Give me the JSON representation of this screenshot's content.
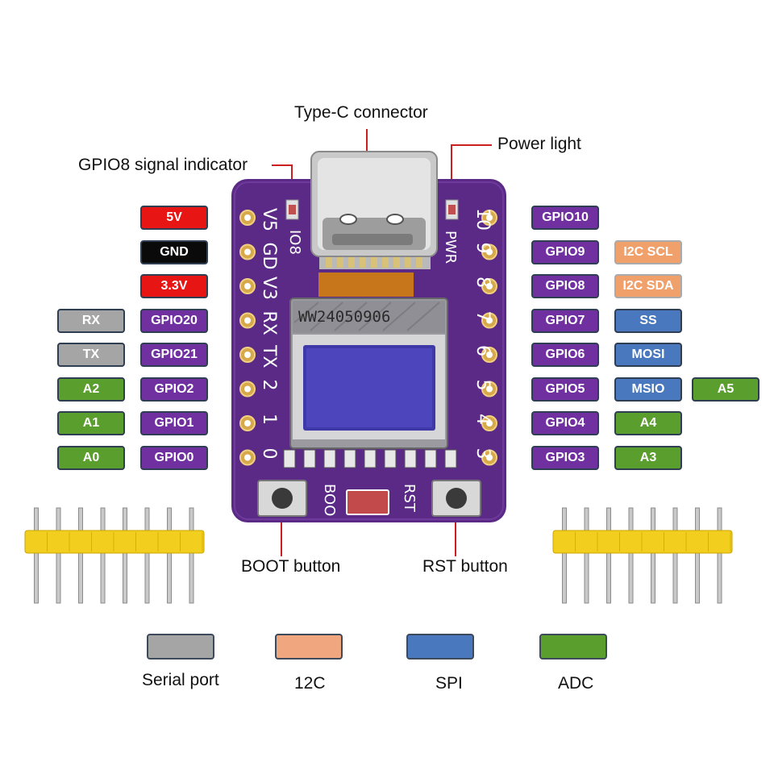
{
  "callouts": {
    "typec": "Type-C connector",
    "power_light": "Power light",
    "gpio8_indicator": "GPIO8 signal indicator",
    "boot_button": "BOOT button",
    "rst_button": "RST button"
  },
  "left_pins": [
    {
      "name": "5V",
      "style": "red"
    },
    {
      "name": "GND",
      "style": "black"
    },
    {
      "name": "3.3V",
      "style": "red"
    },
    {
      "name": "GPIO20",
      "style": "gpio",
      "alt": "RX",
      "alt_style": "grey"
    },
    {
      "name": "GPIO21",
      "style": "gpio",
      "alt": "TX",
      "alt_style": "grey"
    },
    {
      "name": "GPIO2",
      "style": "gpio",
      "alt": "A2",
      "alt_style": "green"
    },
    {
      "name": "GPIO1",
      "style": "gpio",
      "alt": "A1",
      "alt_style": "green"
    },
    {
      "name": "GPIO0",
      "style": "gpio",
      "alt": "A0",
      "alt_style": "green"
    }
  ],
  "right_pins": [
    {
      "name": "GPIO10",
      "style": "gpio"
    },
    {
      "name": "GPIO9",
      "style": "gpio",
      "alt": "I2C SCL",
      "alt_style": "orange"
    },
    {
      "name": "GPIO8",
      "style": "gpio",
      "alt": "I2C SDA",
      "alt_style": "orange"
    },
    {
      "name": "GPIO7",
      "style": "gpio",
      "alt": "SS",
      "alt_style": "blue"
    },
    {
      "name": "GPIO6",
      "style": "gpio",
      "alt": "MOSI",
      "alt_style": "blue"
    },
    {
      "name": "GPIO5",
      "style": "gpio",
      "alt": "MSIO",
      "alt_style": "blue",
      "alt2": "A5",
      "alt2_style": "green"
    },
    {
      "name": "GPIO4",
      "style": "gpio",
      "alt": "A4",
      "alt_style": "green"
    },
    {
      "name": "GPIO3",
      "style": "gpio",
      "alt": "A3",
      "alt_style": "green"
    }
  ],
  "board": {
    "silk_left": [
      "V5",
      "GD",
      "V3",
      "RX",
      "TX",
      "2",
      "1",
      "0"
    ],
    "silk_right": [
      "10",
      "9",
      "8",
      "7",
      "6",
      "5",
      "4",
      "3"
    ],
    "silk_io8": "IO8",
    "silk_pwr": "PWR",
    "silk_boo": "BOO",
    "silk_rst": "RST",
    "oled_marking": "WW24050906"
  },
  "legend": [
    {
      "label": "Serial port",
      "color": "#a5a5a5"
    },
    {
      "label": "12C",
      "color": "#f0a67e"
    },
    {
      "label": "SPI",
      "color": "#4a78be"
    },
    {
      "label": "ADC",
      "color": "#5a9e2e"
    }
  ],
  "colors": {
    "board": "#5b2a86",
    "gpio": "#7030a0",
    "red": "#e81515",
    "header_plastic": "#f2cf1f",
    "pointer": "#cc1f1f"
  }
}
